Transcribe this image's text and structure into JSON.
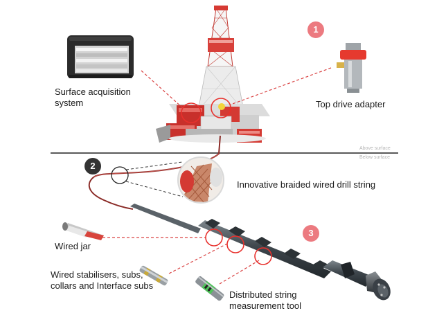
{
  "labels": {
    "surface_acquisition": "Surface acquisition\nsystem",
    "top_drive_adapter": "Top drive adapter",
    "braided_string": "Innovative braided wired drill string",
    "wired_jar": "Wired jar",
    "stabilisers": "Wired stabilisers, subs,\ncollars and Interface subs",
    "distributed_tool": "Distributed string\nmeasurement tool",
    "above_surface": "Above surface",
    "below_surface": "Below surface"
  },
  "markers": {
    "one": "1",
    "two": "2",
    "three": "3"
  },
  "colors": {
    "accent_red": "#e8302c",
    "badge_pink": "#ec7a80",
    "badge_dark": "#333333",
    "steel": "#4a5258",
    "leader": "#d94040"
  }
}
